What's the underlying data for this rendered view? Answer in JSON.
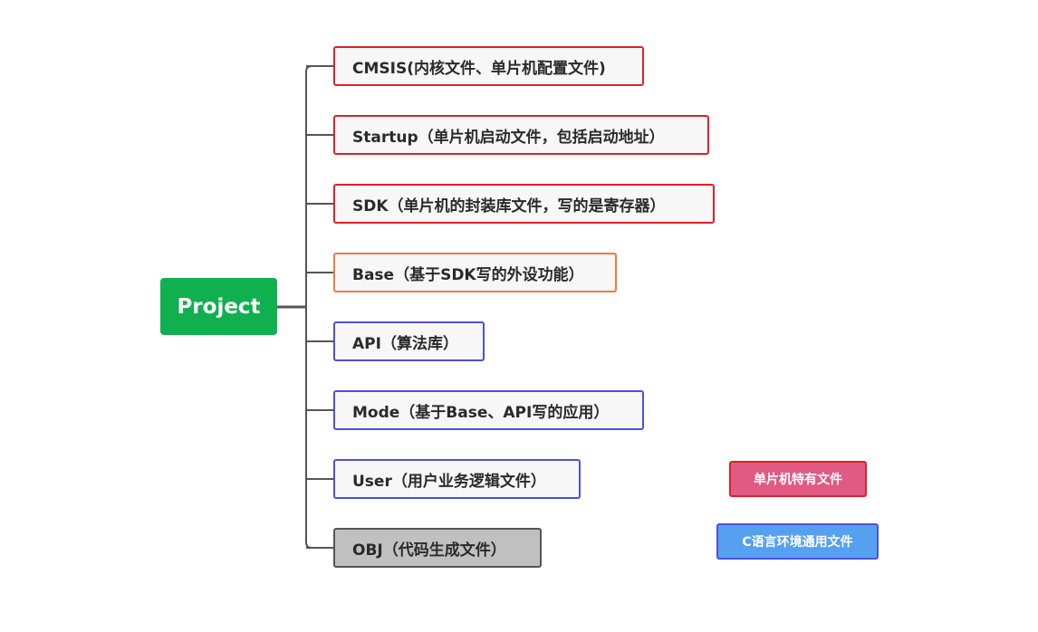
{
  "root": {
    "label": "Project"
  },
  "branches": [
    {
      "label": "CMSIS(内核文件、单片机配置文件)",
      "border_color": "#e0202a"
    },
    {
      "label": "Startup（单片机启动文件，包括启动地址）",
      "border_color": "#e0202a"
    },
    {
      "label": "SDK（单片机的封装库文件，写的是寄存器）",
      "border_color": "#e0202a"
    },
    {
      "label": "Base（基于SDK写的外设功能）",
      "border_color": "#ee7a45"
    },
    {
      "label": "API（算法库）",
      "border_color": "#4c50d8"
    },
    {
      "label": "Mode（基于Base、API写的应用）",
      "border_color": "#4c50d8"
    },
    {
      "label": "User（用户业务逻辑文件）",
      "border_color": "#4c50d8"
    },
    {
      "label": "OBJ（代码生成文件）",
      "border_color": "#555555"
    }
  ],
  "legend": [
    {
      "label": "单片机特有文件",
      "color": "#e05a86"
    },
    {
      "label": "C语言环境通用文件",
      "color": "#56a0f0"
    }
  ]
}
